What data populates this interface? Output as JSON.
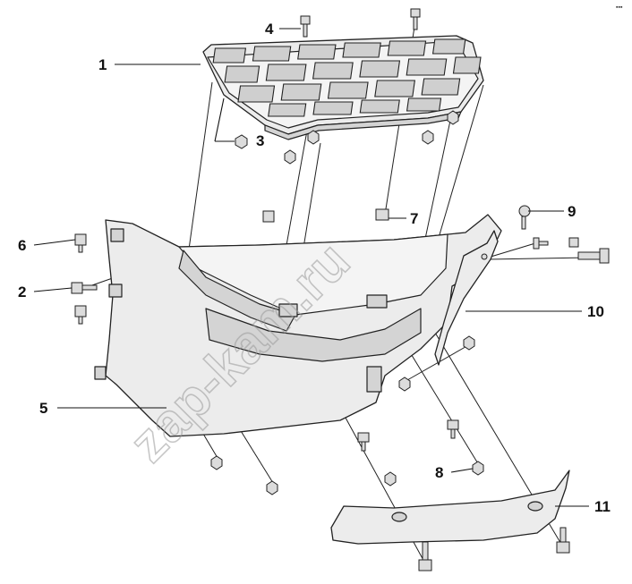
{
  "diagram": {
    "callouts": [
      {
        "id": "1",
        "label": "1"
      },
      {
        "id": "2",
        "label": "2"
      },
      {
        "id": "3",
        "label": "3"
      },
      {
        "id": "4",
        "label": "4"
      },
      {
        "id": "5",
        "label": "5"
      },
      {
        "id": "6",
        "label": "6"
      },
      {
        "id": "7",
        "label": "7"
      },
      {
        "id": "8",
        "label": "8"
      },
      {
        "id": "9",
        "label": "9"
      },
      {
        "id": "10",
        "label": "10"
      },
      {
        "id": "11",
        "label": "11"
      }
    ],
    "watermark": "zap-kam.ru",
    "corner_mark": "▪▪▪"
  }
}
